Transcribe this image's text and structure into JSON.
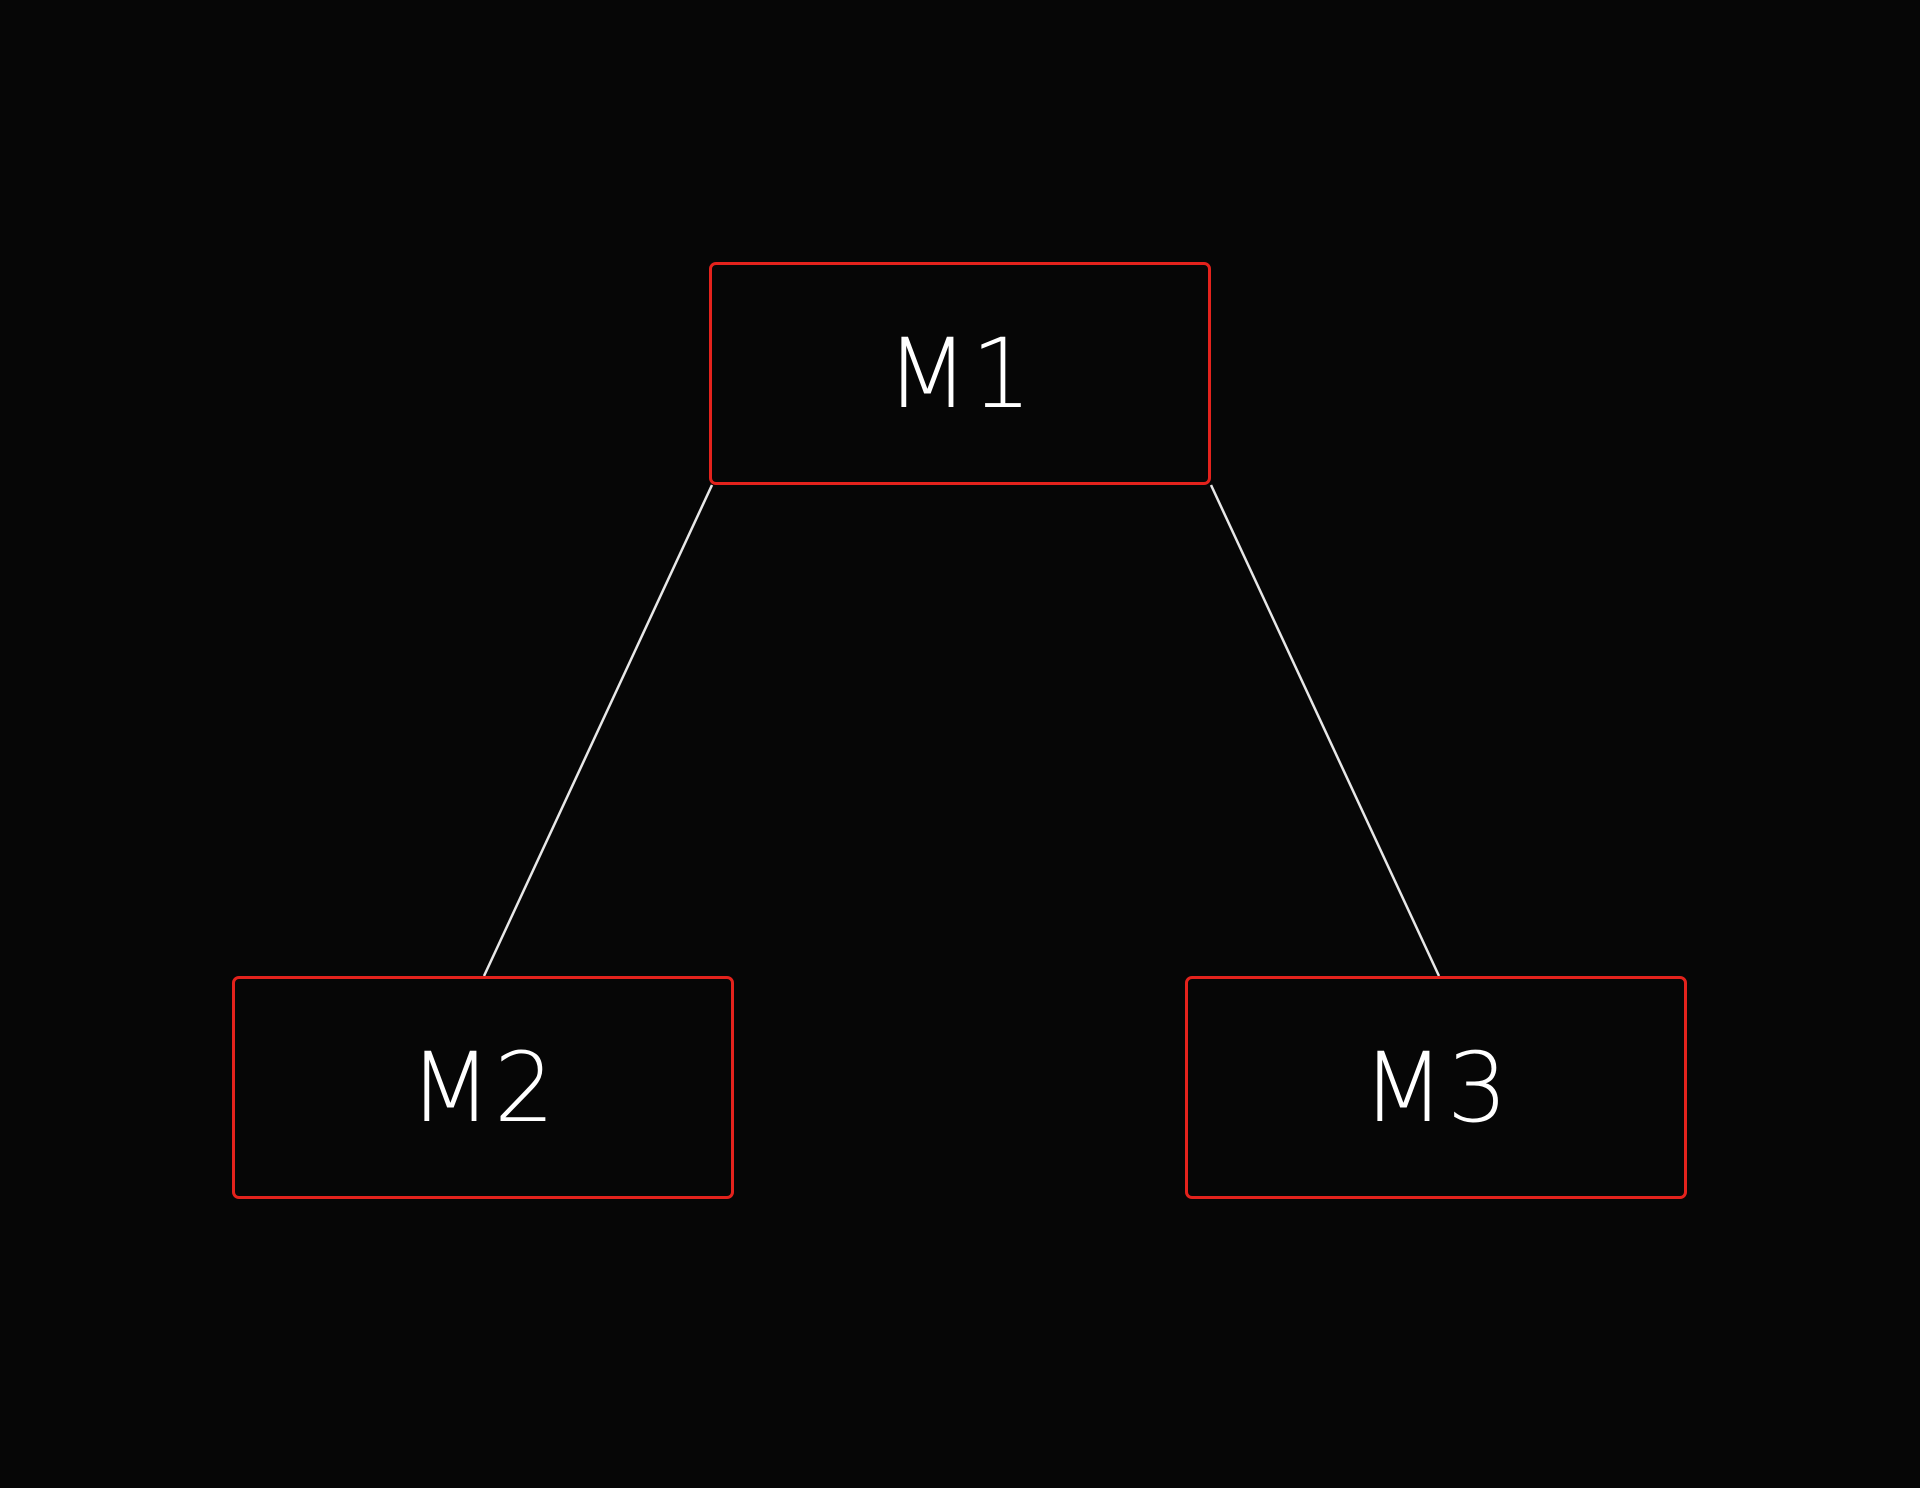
{
  "colors": {
    "background": "#060606",
    "node_border": "#e3221c",
    "text": "#ffffff",
    "edge": "#e8e8e8"
  },
  "nodes": [
    {
      "id": "m1",
      "label": "M1"
    },
    {
      "id": "m2",
      "label": "M2"
    },
    {
      "id": "m3",
      "label": "M3"
    }
  ],
  "edges": [
    {
      "from": "m1",
      "to": "m2"
    },
    {
      "from": "m1",
      "to": "m3"
    }
  ]
}
